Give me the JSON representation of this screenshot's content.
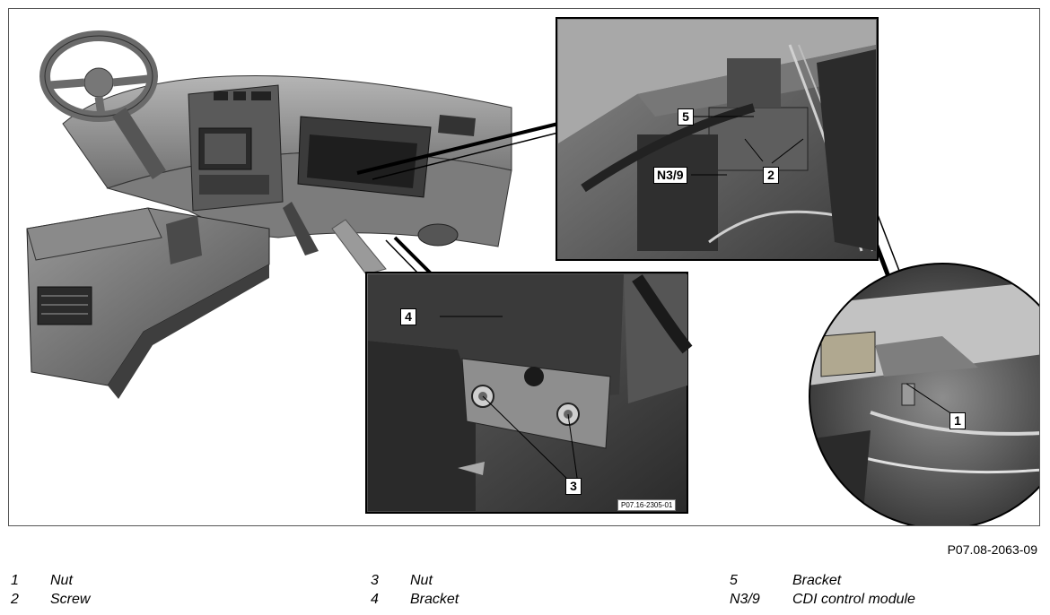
{
  "figure": {
    "code": "P07.08-2063-09",
    "detail_code": "P07.16-2305-01",
    "callouts": {
      "c1": "1",
      "c2": "2",
      "c3": "3",
      "c4": "4",
      "c5": "5",
      "cn39": "N3/9"
    }
  },
  "legend": [
    {
      "number": "1",
      "label": "Nut"
    },
    {
      "number": "2",
      "label": "Screw"
    },
    {
      "number": "3",
      "label": "Nut"
    },
    {
      "number": "4",
      "label": "Bracket"
    },
    {
      "number": "5",
      "label": "Bracket"
    },
    {
      "number": "N3/9",
      "label": "CDI control module"
    }
  ]
}
